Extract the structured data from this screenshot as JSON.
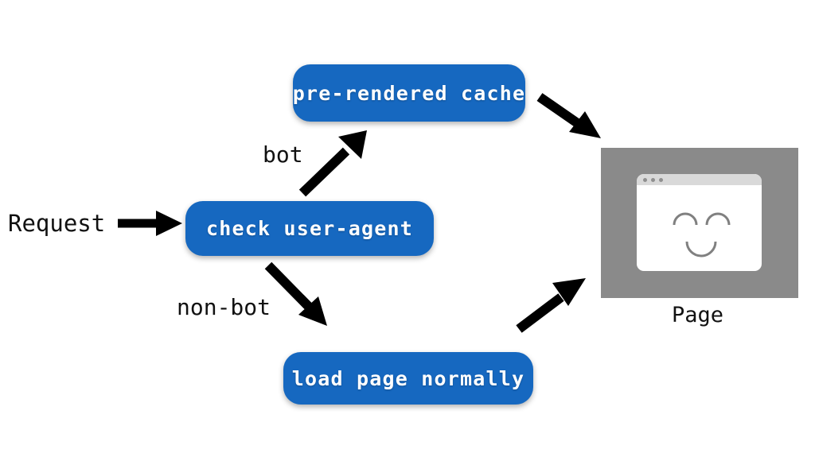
{
  "diagram": {
    "title_text": "",
    "background_color": "#ffffff",
    "accent_color": "#1668c0",
    "arrow_color": "#000000",
    "page_frame_color": "#8a8a8a",
    "nodes": [
      {
        "id": "cache",
        "label": "pre-rendered cache",
        "shape": "rounded-rect",
        "fill": "#1668c0",
        "text_color": "#ffffff"
      },
      {
        "id": "check",
        "label": "check user-agent",
        "shape": "rounded-rect",
        "fill": "#1668c0",
        "text_color": "#ffffff"
      },
      {
        "id": "load",
        "label": "load page normally",
        "shape": "rounded-rect",
        "fill": "#1668c0",
        "text_color": "#ffffff"
      }
    ],
    "labels": {
      "request": "Request",
      "bot": "bot",
      "non_bot": "non-bot",
      "page": "Page"
    },
    "edges": [
      {
        "from": "request",
        "to": "check",
        "label": "",
        "direction": "right"
      },
      {
        "from": "check",
        "to": "cache",
        "label": "bot",
        "direction": "up-right"
      },
      {
        "from": "check",
        "to": "load",
        "label": "non-bot",
        "direction": "down-right"
      },
      {
        "from": "cache",
        "to": "page",
        "label": "",
        "direction": "down-right"
      },
      {
        "from": "load",
        "to": "page",
        "label": "",
        "direction": "up-right"
      }
    ],
    "page_illustration": {
      "caption": "Page",
      "window_dots": 3,
      "face": "smiley",
      "titlebar_color": "#d9d9d9",
      "card_color": "#ffffff",
      "stroke_color": "#808080"
    }
  }
}
